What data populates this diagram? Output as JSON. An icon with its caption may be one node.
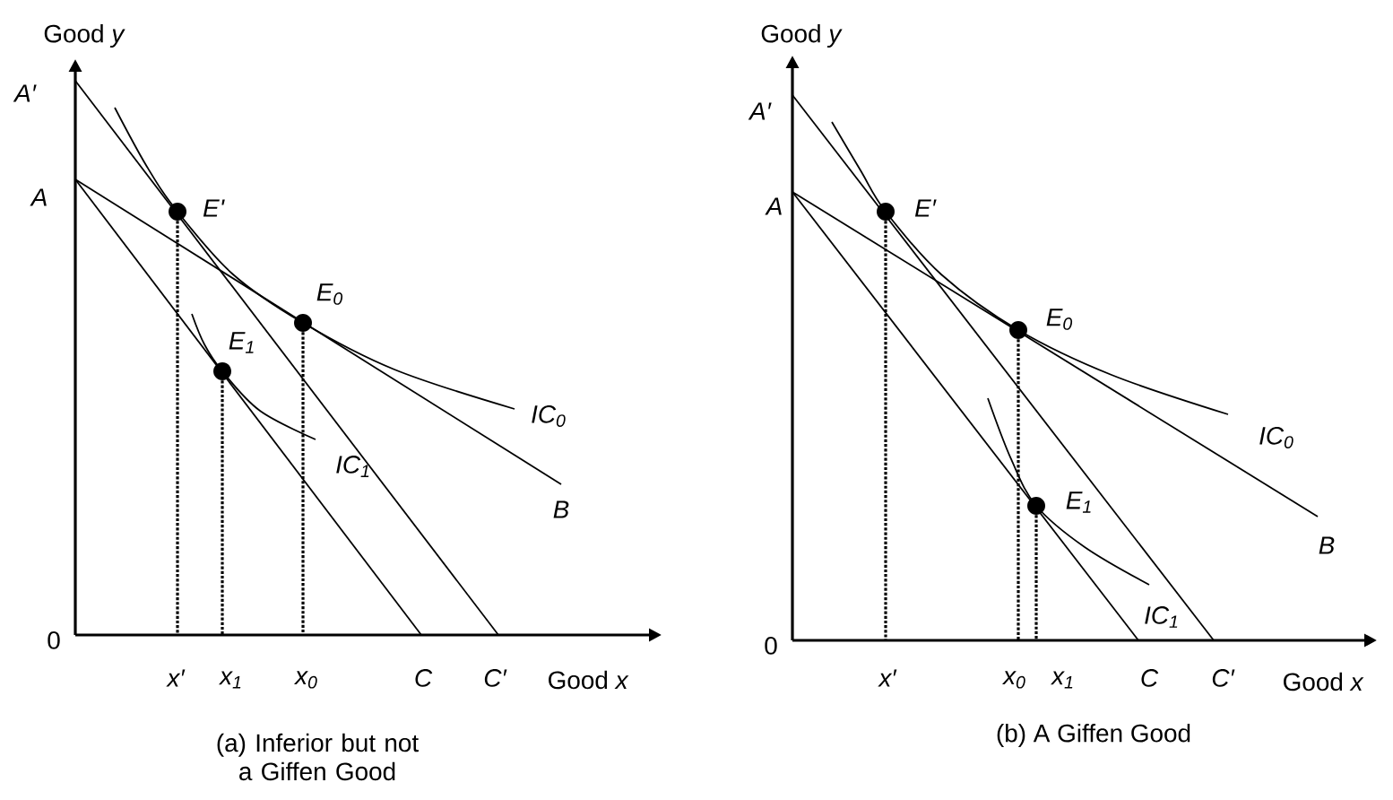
{
  "diagram": {
    "labels": [
      "Good *y*",
      "A′",
      "A",
      "E'",
      "E$_{0}$",
      "E$_{1}$",
      "IC$_{0}$",
      "IC$_{1}$",
      "B",
      "0",
      "x′",
      "x$_{1}$",
      "x$_{0}$",
      "C",
      "C′",
      "Good *x*",
      "(a) Inferior but not a Giffen Good",
      "Good *y*",
      "A′",
      "A",
      "E′",
      "E$_{0}$",
      "E$_{1}$",
      "IC$_{0}$",
      "IC$_{1}$",
      "B",
      "0",
      "x′",
      "x$_{0}$",
      "x$_{1}$",
      "C",
      "C′",
      "Good *x*",
      "(b) A Giffen Good"
    ]
  }
}
